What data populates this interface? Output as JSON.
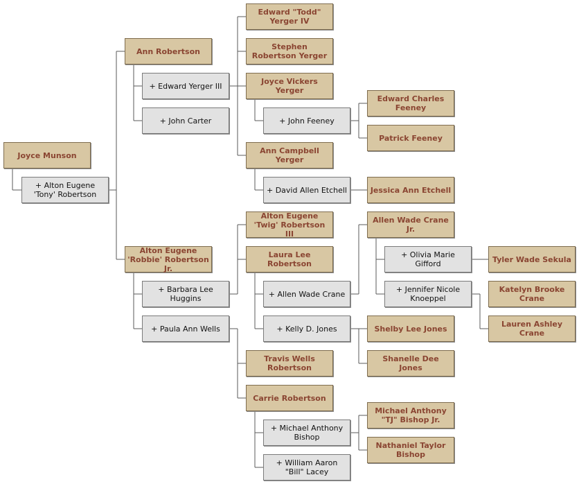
{
  "colors": {
    "person_fill": "#d8c7a3",
    "person_text": "#8a4532",
    "spouse_fill": "#e2e2e2",
    "spouse_text": "#111111",
    "connector": "#5a5a5a"
  },
  "tree": {
    "root": {
      "name": "Joyce Munson",
      "spouse": "+ Alton Eugene 'Tony' Robertson"
    },
    "ann_robertson": {
      "name": "Ann Robertson",
      "spouse1": "+ Edward Yerger III",
      "spouse2": "+ John Carter"
    },
    "edward_todd_yerger": {
      "name": "Edward \"Todd\" Yerger IV"
    },
    "stephen_robertson_yerger": {
      "name": "Stephen Robertson Yerger"
    },
    "joyce_vickers_yerger": {
      "name": "Joyce Vickers Yerger",
      "spouse": "+ John Feeney"
    },
    "edward_charles_feeney": {
      "name": "Edward Charles Feeney"
    },
    "patrick_feeney": {
      "name": "Patrick Feeney"
    },
    "ann_campbell_yerger": {
      "name": "Ann Campbell Yerger",
      "spouse": "+ David Allen Etchell"
    },
    "jessica_ann_etchell": {
      "name": "Jessica Ann Etchell"
    },
    "alton_robbie": {
      "name": "Alton Eugene 'Robbie' Robertson Jr.",
      "spouse1": "+ Barbara Lee Huggins",
      "spouse2": "+ Paula Ann Wells"
    },
    "alton_twig": {
      "name": "Alton Eugene 'Twig' Robertson III"
    },
    "laura_lee_robertson": {
      "name": "Laura Lee Robertson",
      "spouse1": "+ Allen Wade Crane",
      "spouse2": "+ Kelly D. Jones"
    },
    "allen_wade_crane_jr": {
      "name": "Allen Wade Crane Jr.",
      "spouse1": "+ Olivia Marie Gifford",
      "spouse2": "+ Jennifer Nicole Knoeppel"
    },
    "tyler_wade_sekula": {
      "name": "Tyler Wade Sekula"
    },
    "katelyn_brooke_crane": {
      "name": "Katelyn Brooke Crane"
    },
    "lauren_ashley_crane": {
      "name": "Lauren Ashley Crane"
    },
    "shelby_lee_jones": {
      "name": "Shelby Lee Jones"
    },
    "shanelle_dee_jones": {
      "name": "Shanelle Dee Jones"
    },
    "travis_wells_robertson": {
      "name": "Travis Wells Robertson"
    },
    "carrie_robertson": {
      "name": "Carrie Robertson",
      "spouse1": "+ Michael Anthony Bishop",
      "spouse2": "+ William Aaron \"Bill\" Lacey"
    },
    "michael_tj_bishop": {
      "name": "Michael Anthony \"TJ\" Bishop Jr."
    },
    "nathaniel_taylor_bishop": {
      "name": "Nathaniel Taylor Bishop"
    }
  }
}
